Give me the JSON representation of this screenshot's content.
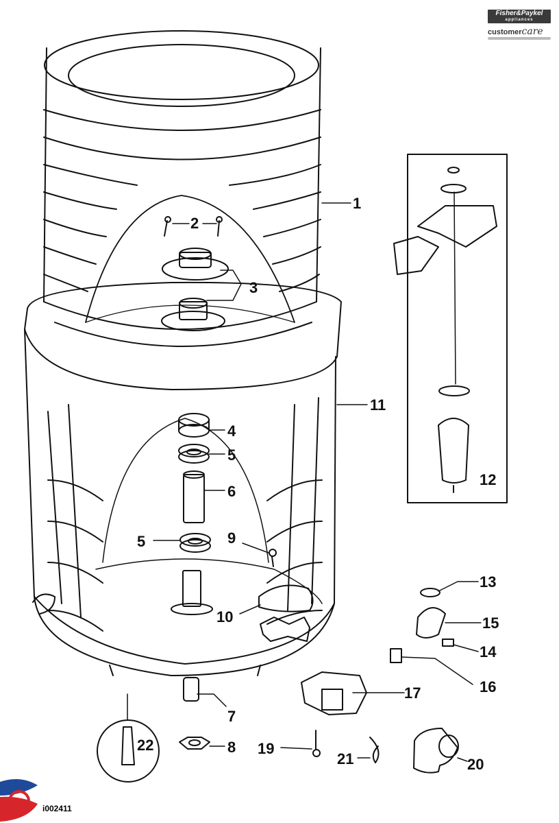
{
  "brand": {
    "name": "Fisher&Paykel",
    "sub": "appliances",
    "care_prefix": "customer",
    "care_script": "care"
  },
  "doc_id": "i002411",
  "callouts": [
    {
      "id": "c1",
      "label": "1"
    },
    {
      "id": "c2",
      "label": "2"
    },
    {
      "id": "c3",
      "label": "3"
    },
    {
      "id": "c4",
      "label": "4"
    },
    {
      "id": "c5a",
      "label": "5"
    },
    {
      "id": "c5b",
      "label": "5"
    },
    {
      "id": "c6",
      "label": "6"
    },
    {
      "id": "c7",
      "label": "7"
    },
    {
      "id": "c8",
      "label": "8"
    },
    {
      "id": "c9",
      "label": "9"
    },
    {
      "id": "c10",
      "label": "10"
    },
    {
      "id": "c11",
      "label": "11"
    },
    {
      "id": "c12",
      "label": "12"
    },
    {
      "id": "c13",
      "label": "13"
    },
    {
      "id": "c14",
      "label": "14"
    },
    {
      "id": "c15",
      "label": "15"
    },
    {
      "id": "c16",
      "label": "16"
    },
    {
      "id": "c17",
      "label": "17"
    },
    {
      "id": "c19",
      "label": "19"
    },
    {
      "id": "c20",
      "label": "20"
    },
    {
      "id": "c21",
      "label": "21"
    },
    {
      "id": "c22",
      "label": "22"
    }
  ],
  "colors": {
    "line": "#111111",
    "logo_red": "#d7262b",
    "logo_blue": "#1f4a9a"
  }
}
